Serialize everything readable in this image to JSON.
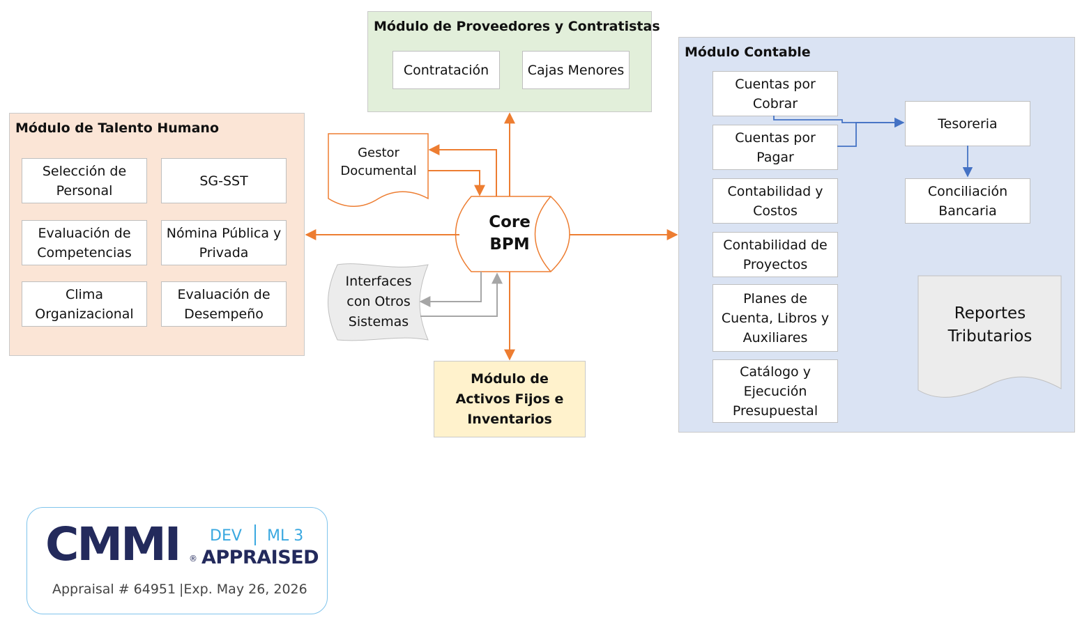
{
  "modules": {
    "proveedores": {
      "title": "Módulo de Proveedores y Contratistas",
      "items": [
        "Contratación",
        "Cajas Menores"
      ]
    },
    "talento_humano": {
      "title": "Módulo de Talento Humano",
      "items": [
        "Selección de Personal",
        "SG-SST",
        "Evaluación de Competencias",
        "Nómina Pública y Privada",
        "Clima Organizacional",
        "Evaluación de Desempeño"
      ]
    },
    "contable": {
      "title": "Módulo Contable",
      "items": [
        "Cuentas por Cobrar",
        "Cuentas por Pagar",
        "Contabilidad y Costos",
        "Contabilidad de Proyectos",
        "Planes de Cuenta, Libros y Auxiliares",
        "Catálogo y Ejecución Presupuestal"
      ],
      "tesoreria": "Tesoreria",
      "conciliacion": "Conciliación Bancaria",
      "reportes": "Reportes Tributarios"
    },
    "activos": {
      "title": "Módulo de Activos Fijos e Inventarios"
    }
  },
  "core": {
    "label": "Core BPM"
  },
  "gestor_documental": "Gestor Documental",
  "interfaces": "Interfaces con Otros Sistemas",
  "cmmi": {
    "logo_text": "CMMI",
    "level": "DEV",
    "maturity": "ML 3",
    "status": "APPRAISED",
    "appraisal": "Appraisal # 64951",
    "expiry": "|Exp. May 26, 2026"
  },
  "colors": {
    "orange_arrow": "#ed7d31",
    "blue_arrow": "#4472c4",
    "gray_arrow": "#a6a6a6",
    "proveedores_bg": "#e2efda",
    "talento_bg": "#fbe5d6",
    "contable_bg": "#dae3f3",
    "activos_bg": "#fff2cc"
  }
}
